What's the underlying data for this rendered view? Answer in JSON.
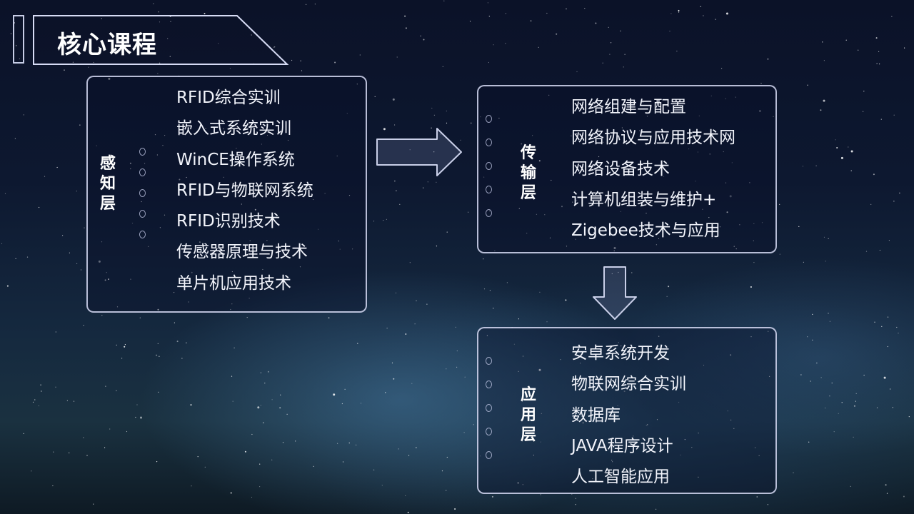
{
  "title": "核心课程",
  "layers": [
    {
      "label_chars": [
        "感",
        "知",
        "层"
      ],
      "items": [
        "RFID综合实训",
        "嵌入式系统实训",
        "WinCE操作系统",
        "RFID与物联网系统",
        "RFID识别技术",
        "传感器原理与技术",
        "单片机应用技术"
      ]
    },
    {
      "label_chars": [
        "传",
        "输",
        "层"
      ],
      "items": [
        "网络组建与配置",
        "网络协议与应用技术网",
        "网络设备技术",
        "计算机组装与维护+",
        "Zigebee技术与应用"
      ]
    },
    {
      "label_chars": [
        "应",
        "用",
        "层"
      ],
      "items": [
        "安卓系统开发",
        "物联网综合实训",
        "数据库",
        "JAVA程序设计",
        "人工智能应用"
      ]
    }
  ],
  "colors": {
    "border": "#d7dcf5",
    "text": "#ffffff",
    "background": "#0d1830"
  }
}
